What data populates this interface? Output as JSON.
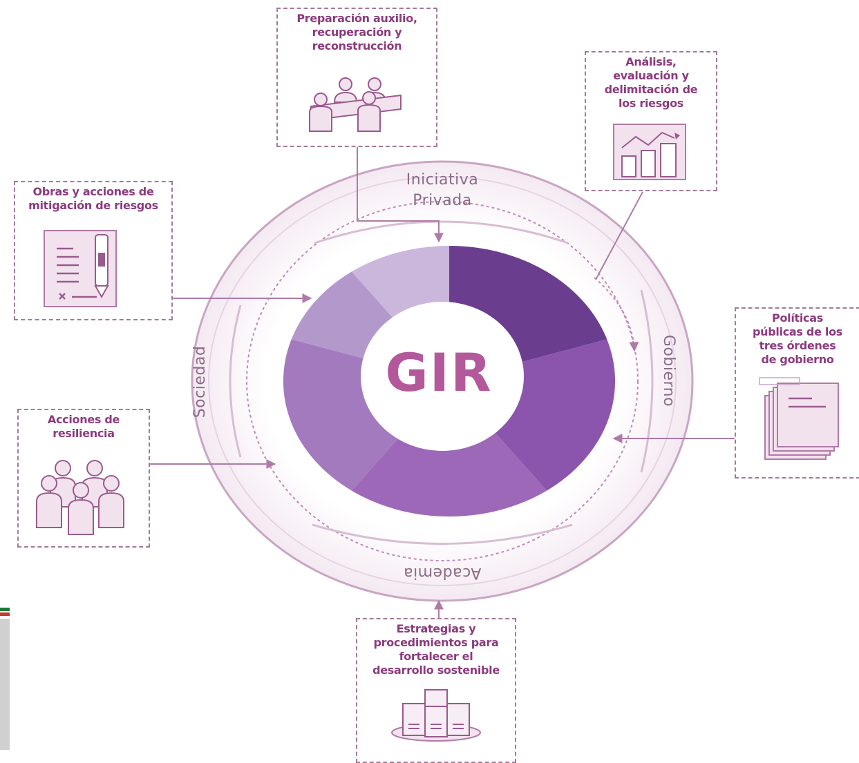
{
  "center": {
    "label": "GIR"
  },
  "ring_labels": {
    "top": "Iniciativa\nPrivada",
    "right": "Gobierno",
    "bottom": "Academia",
    "left": "Sociedad"
  },
  "boxes": {
    "preparacion": {
      "label": "Preparación auxilio,\nrecuperación y\nreconstrucción",
      "icon": "meeting-icon"
    },
    "analisis": {
      "label": "Análisis,\nevaluación y\ndelimitación de\nlos riesgos",
      "icon": "bar-chart-icon"
    },
    "obras": {
      "label": "Obras y acciones de\nmitigación de riesgos",
      "icon": "document-pen-icon"
    },
    "politicas": {
      "label": "Políticas\npúblicas de los\ntres órdenes\nde gobierno",
      "icon": "stacked-documents-icon"
    },
    "resiliencia": {
      "label": "Acciones de\nresiliencia",
      "icon": "people-group-icon"
    },
    "estrategias": {
      "label": "Estrategias y\nprocedimientos para\nfortalecer el\ndesarrollo sostenible",
      "icon": "servers-icon"
    }
  },
  "colors": {
    "accent": "#8c3a7e",
    "ring": "#c9a5c3",
    "segments": [
      "#6a3d8f",
      "#8b55ad",
      "#9d68b8",
      "#a47abf",
      "#b398cc",
      "#cbb6dc"
    ]
  }
}
